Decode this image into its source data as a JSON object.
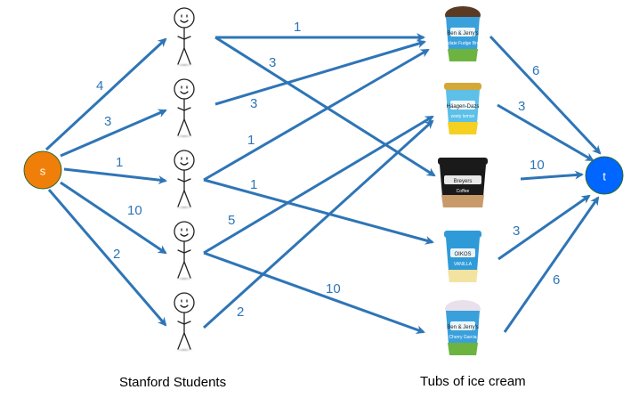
{
  "diagram": {
    "source": {
      "id": "s",
      "label": "s",
      "color": "#f07f09"
    },
    "sink": {
      "id": "t",
      "label": "t",
      "color": "#0066ff"
    },
    "students": [
      {
        "id": "S1"
      },
      {
        "id": "S2"
      },
      {
        "id": "S3"
      },
      {
        "id": "S4"
      },
      {
        "id": "S5"
      }
    ],
    "tubs": [
      {
        "id": "T1",
        "brand": "Ben & Jerry's",
        "flavor": "Chocolate Fudge Brownie",
        "lid": "#5b3a24",
        "body": "#3aa0dc",
        "base": "#6cb33f"
      },
      {
        "id": "T2",
        "brand": "Häagen-Dazs",
        "flavor": "zesty lemon",
        "lid": "#d4a838",
        "body": "#5cc0e8",
        "base": "#f5d020"
      },
      {
        "id": "T3",
        "brand": "Breyers",
        "flavor": "Coffee",
        "lid": "#1a1a1a",
        "body": "#1a1a1a",
        "base": "#c89a6a"
      },
      {
        "id": "T4",
        "brand": "OIKOS",
        "flavor": "VANILLA",
        "lid": "#2f9ad8",
        "body": "#2f9ad8",
        "base": "#f2e3a0"
      },
      {
        "id": "T5",
        "brand": "Ben & Jerry's",
        "flavor": "Cherry Garcia",
        "lid": "#e8e0ea",
        "body": "#3aa0dc",
        "base": "#6cb33f"
      }
    ],
    "edges": [
      {
        "from": "s",
        "to": "S1",
        "capacity": "4"
      },
      {
        "from": "s",
        "to": "S2",
        "capacity": "3"
      },
      {
        "from": "s",
        "to": "S3",
        "capacity": "1"
      },
      {
        "from": "s",
        "to": "S4",
        "capacity": "10"
      },
      {
        "from": "s",
        "to": "S5",
        "capacity": "2"
      },
      {
        "from": "S1",
        "to": "T1",
        "capacity": "1"
      },
      {
        "from": "S1",
        "to": "T3",
        "capacity": "3"
      },
      {
        "from": "S2",
        "to": "T1",
        "capacity": "3"
      },
      {
        "from": "S3",
        "to": "T1",
        "capacity": "1"
      },
      {
        "from": "S3",
        "to": "T4",
        "capacity": "1"
      },
      {
        "from": "S4",
        "to": "T2",
        "capacity": "5"
      },
      {
        "from": "S4",
        "to": "T5",
        "capacity": "10"
      },
      {
        "from": "S5",
        "to": "T2",
        "capacity": "2"
      },
      {
        "from": "T1",
        "to": "t",
        "capacity": "6"
      },
      {
        "from": "T2",
        "to": "t",
        "capacity": "3"
      },
      {
        "from": "T3",
        "to": "t",
        "capacity": "10"
      },
      {
        "from": "T4",
        "to": "t",
        "capacity": "3"
      },
      {
        "from": "T5",
        "to": "t",
        "capacity": "6"
      }
    ],
    "edge_color": "#2e75b6",
    "captions": {
      "students": "Stanford Students",
      "tubs": "Tubs of ice cream"
    }
  }
}
